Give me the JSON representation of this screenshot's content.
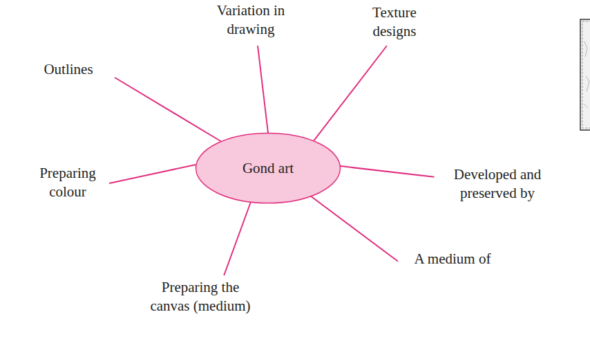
{
  "diagram": {
    "nodes": [
      {
        "text": [
          "Gond art"
        ]
      }
    ],
    "labels": [
      "Variation in drawing",
      "Texture designs",
      "Outlines",
      "Developed and preserved by",
      "Preparing colour",
      "A medium of",
      "Preparing the canvas (medium)"
    ]
  }
}
